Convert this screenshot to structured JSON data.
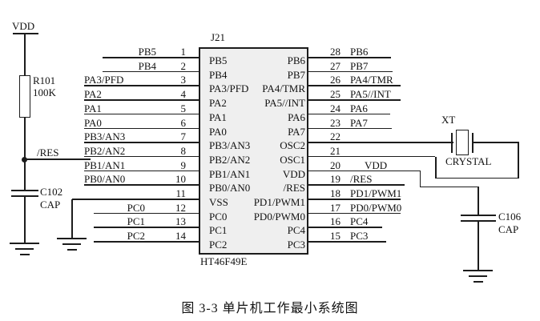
{
  "figure_caption": "图 3-3 单片机工作最小系统图",
  "chip": {
    "designator": "J21",
    "part_number": "HT46F49E",
    "left_pins": [
      {
        "num": "1",
        "net": "PB5",
        "inner": "PB5"
      },
      {
        "num": "2",
        "net": "PB4",
        "inner": "PB4"
      },
      {
        "num": "3",
        "net": "PA3/PFD",
        "inner": "PA3/PFD"
      },
      {
        "num": "4",
        "net": "PA2",
        "inner": "PA2"
      },
      {
        "num": "5",
        "net": "PA1",
        "inner": "PA1"
      },
      {
        "num": "6",
        "net": "PA0",
        "inner": "PA0"
      },
      {
        "num": "7",
        "net": "PB3/AN3",
        "inner": "PB3/AN3"
      },
      {
        "num": "8",
        "net": "PB2/AN2",
        "inner": "PB2/AN2"
      },
      {
        "num": "9",
        "net": "PB1/AN1",
        "inner": "PB1/AN1"
      },
      {
        "num": "10",
        "net": "PB0/AN0",
        "inner": "PB0/AN0"
      },
      {
        "num": "11",
        "net": "",
        "inner": "VSS"
      },
      {
        "num": "12",
        "net": "PC0",
        "inner": "PC0"
      },
      {
        "num": "13",
        "net": "PC1",
        "inner": "PC1"
      },
      {
        "num": "14",
        "net": "PC2",
        "inner": "PC2"
      }
    ],
    "right_pins": [
      {
        "num": "28",
        "net": "PB6",
        "inner": "PB6"
      },
      {
        "num": "27",
        "net": "PB7",
        "inner": "PB7"
      },
      {
        "num": "26",
        "net": "PA4/TMR",
        "inner": "PA4/TMR"
      },
      {
        "num": "25",
        "net": "PA5//INT",
        "inner": "PA5//INT"
      },
      {
        "num": "24",
        "net": "PA6",
        "inner": "PA6"
      },
      {
        "num": "23",
        "net": "PA7",
        "inner": "PA7"
      },
      {
        "num": "22",
        "net": "",
        "inner": "OSC2"
      },
      {
        "num": "21",
        "net": "",
        "inner": "OSC1"
      },
      {
        "num": "20",
        "net": "VDD",
        "inner": "VDD"
      },
      {
        "num": "19",
        "net": "/RES",
        "inner": "/RES"
      },
      {
        "num": "18",
        "net": "PD1/PWM1",
        "inner": "PD1/PWM1"
      },
      {
        "num": "17",
        "net": "PD0/PWM0",
        "inner": "PD0/PWM0"
      },
      {
        "num": "16",
        "net": "PC4",
        "inner": "PC4"
      },
      {
        "num": "15",
        "net": "PC3",
        "inner": "PC3"
      }
    ]
  },
  "components": {
    "resistor": {
      "ref": "R101",
      "value": "100K"
    },
    "cap_reset": {
      "ref": "C102",
      "value": "CAP"
    },
    "cap_osc": {
      "ref": "C106",
      "value": "CAP"
    },
    "crystal": {
      "ref": "XT",
      "value": "CRYSTAL"
    }
  },
  "nets": {
    "vdd": "VDD",
    "reset": "/RES"
  }
}
